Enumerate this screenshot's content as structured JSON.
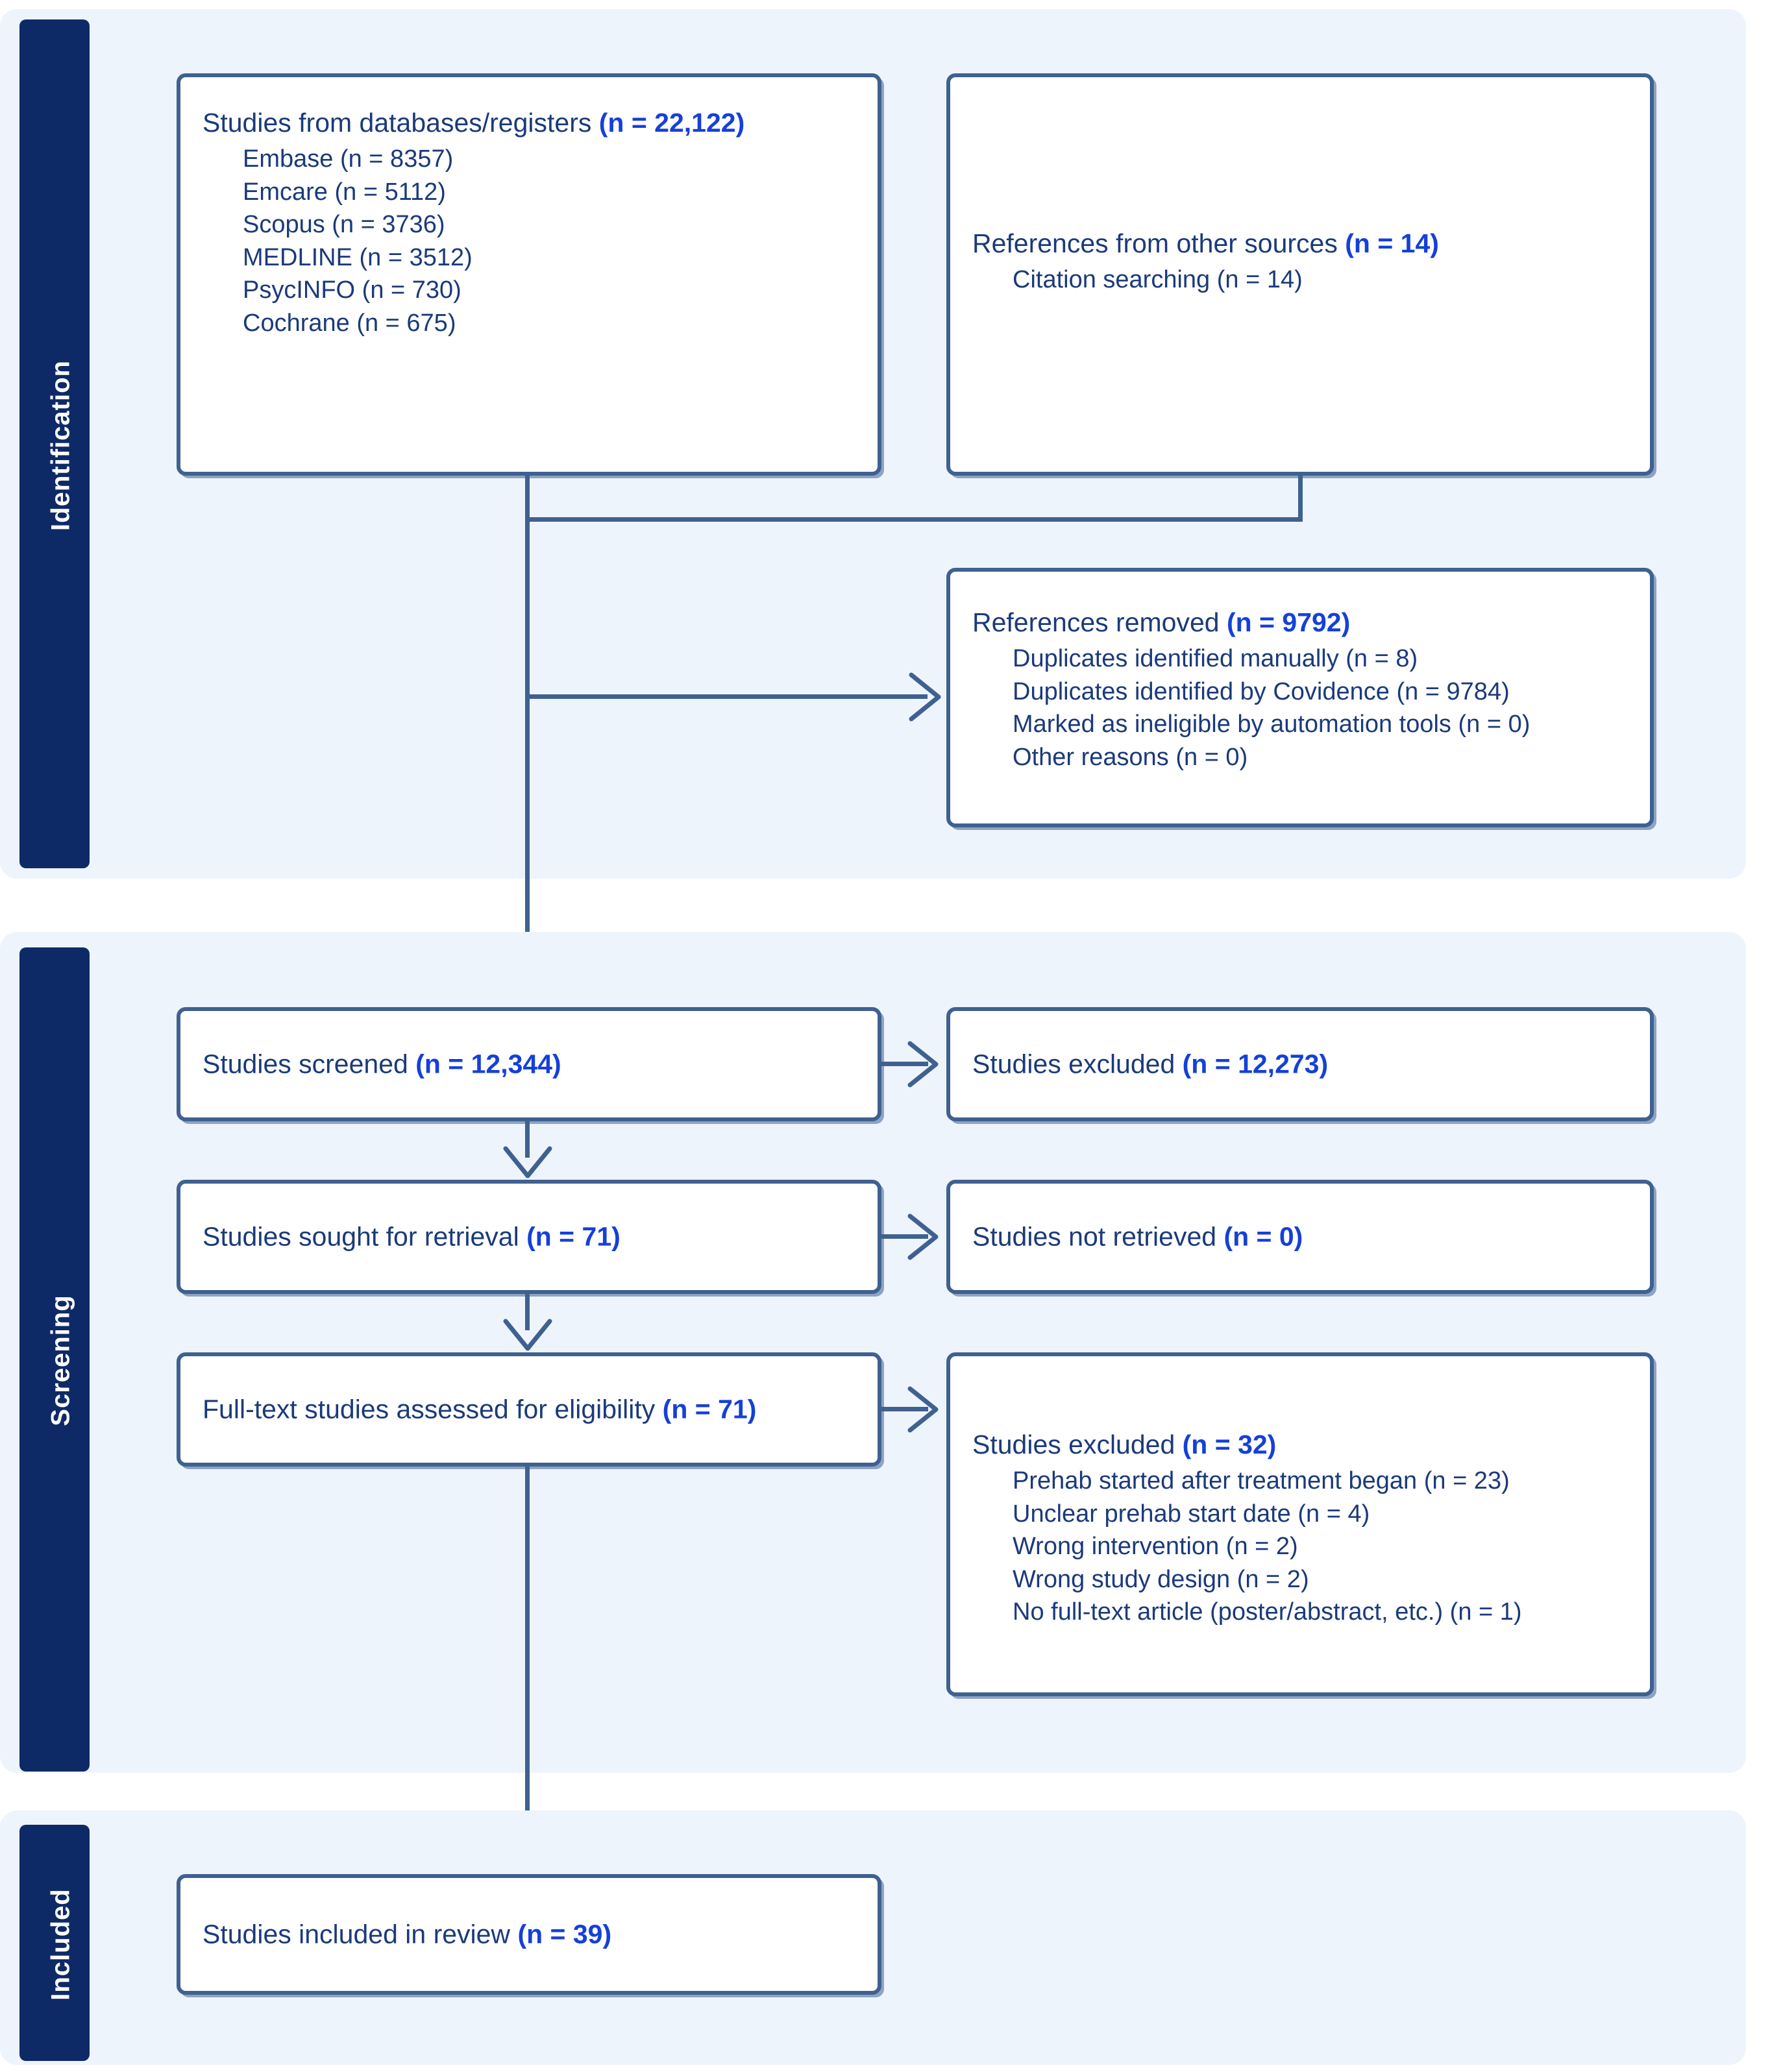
{
  "diagram": {
    "title": "PRISMA flow diagram",
    "accent_box_border": "#3f6190",
    "accent_text": "#1b3a7a",
    "accent_number": "#1540d8",
    "panel_bg": "#eef4fc",
    "band_bg": "#0e2a66"
  },
  "sections": {
    "identification": {
      "label": "Identification"
    },
    "screening": {
      "label": "Screening"
    },
    "included": {
      "label": "Included"
    }
  },
  "boxes": {
    "databases": {
      "title_text": "Studies from databases/registers ",
      "title_n": "(n = 22,122)",
      "items": [
        "Embase (n = 8357)",
        "Emcare (n = 5112)",
        "Scopus (n = 3736)",
        "MEDLINE (n = 3512)",
        "PsycINFO (n = 730)",
        "Cochrane (n = 675)"
      ]
    },
    "other_sources": {
      "title_text": "References from other sources ",
      "title_n": "(n = 14)",
      "items": [
        "Citation searching (n = 14)"
      ]
    },
    "references_removed": {
      "title_text": "References removed ",
      "title_n": "(n = 9792)",
      "items": [
        "Duplicates identified manually (n = 8)",
        "Duplicates identified by Covidence (n = 9784)",
        "Marked as ineligible by automation tools (n = 0)",
        "Other reasons (n = 0)"
      ]
    },
    "studies_screened": {
      "title_text": "Studies screened ",
      "title_n": "(n = 12,344)",
      "items": []
    },
    "studies_excluded_screen": {
      "title_text": "Studies excluded ",
      "title_n": "(n = 12,273)",
      "items": []
    },
    "sought_retrieval": {
      "title_text": "Studies sought for retrieval ",
      "title_n": "(n = 71)",
      "items": []
    },
    "not_retrieved": {
      "title_text": "Studies not retrieved ",
      "title_n": "(n = 0)",
      "items": []
    },
    "full_text_assessed": {
      "title_text": "Full-text studies assessed for eligibility ",
      "title_n": "(n = 71)",
      "items": []
    },
    "studies_excluded_fulltext": {
      "title_text": "Studies excluded ",
      "title_n": "(n = 32)",
      "items": [
        "Prehab started after treatment began (n = 23)",
        "Unclear prehab start date (n = 4)",
        "Wrong intervention (n = 2)",
        "Wrong study design (n = 2)",
        "No full-text article (poster/abstract, etc.) (n = 1)"
      ]
    },
    "included_review": {
      "title_text": "Studies included in review ",
      "title_n": "(n = 39)",
      "items": []
    }
  },
  "chart_data": {
    "type": "diagram",
    "title": "PRISMA flow diagram",
    "nodes": [
      {
        "id": "databases",
        "stage": "Identification",
        "label": "Studies from databases/registers",
        "n": 22122,
        "breakdown": {
          "Embase": 8357,
          "Emcare": 5112,
          "Scopus": 3736,
          "MEDLINE": 3512,
          "PsycINFO": 730,
          "Cochrane": 675
        }
      },
      {
        "id": "other_sources",
        "stage": "Identification",
        "label": "References from other sources",
        "n": 14,
        "breakdown": {
          "Citation searching": 14
        }
      },
      {
        "id": "references_removed",
        "stage": "Identification",
        "label": "References removed",
        "n": 9792,
        "breakdown": {
          "Duplicates identified manually": 8,
          "Duplicates identified by Covidence": 9784,
          "Marked as ineligible by automation tools": 0,
          "Other reasons": 0
        }
      },
      {
        "id": "studies_screened",
        "stage": "Screening",
        "label": "Studies screened",
        "n": 12344
      },
      {
        "id": "studies_excluded_screen",
        "stage": "Screening",
        "label": "Studies excluded",
        "n": 12273
      },
      {
        "id": "sought_retrieval",
        "stage": "Screening",
        "label": "Studies sought for retrieval",
        "n": 71
      },
      {
        "id": "not_retrieved",
        "stage": "Screening",
        "label": "Studies not retrieved",
        "n": 0
      },
      {
        "id": "full_text_assessed",
        "stage": "Screening",
        "label": "Full-text studies assessed for eligibility",
        "n": 71
      },
      {
        "id": "studies_excluded_fulltext",
        "stage": "Screening",
        "label": "Studies excluded",
        "n": 32,
        "breakdown": {
          "Prehab started after treatment began": 23,
          "Unclear prehab start date": 4,
          "Wrong intervention": 2,
          "Wrong study design": 2,
          "No full-text article (poster/abstract, etc.)": 1
        }
      },
      {
        "id": "included_review",
        "stage": "Included",
        "label": "Studies included in review",
        "n": 39
      }
    ],
    "edges": [
      {
        "from": "databases",
        "to": "references_removed"
      },
      {
        "from": "other_sources",
        "to": "references_removed"
      },
      {
        "from": "databases",
        "to": "studies_screened"
      },
      {
        "from": "studies_screened",
        "to": "studies_excluded_screen"
      },
      {
        "from": "studies_screened",
        "to": "sought_retrieval"
      },
      {
        "from": "sought_retrieval",
        "to": "not_retrieved"
      },
      {
        "from": "sought_retrieval",
        "to": "full_text_assessed"
      },
      {
        "from": "full_text_assessed",
        "to": "studies_excluded_fulltext"
      },
      {
        "from": "full_text_assessed",
        "to": "included_review"
      }
    ]
  }
}
